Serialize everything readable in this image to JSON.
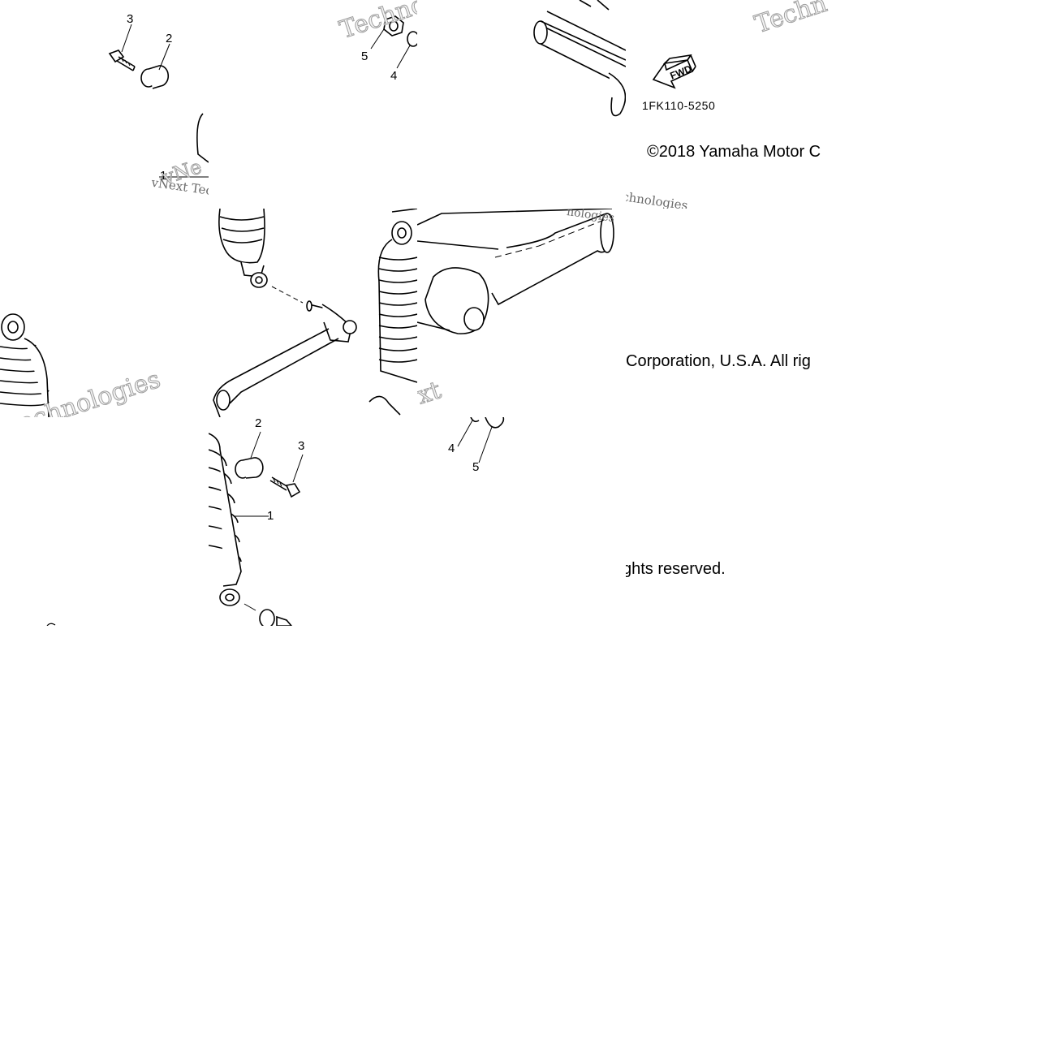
{
  "diagram": {
    "part_code": "1FK110-5250",
    "fwd_label": "FWD",
    "callouts": [
      "1",
      "2",
      "3",
      "4",
      "5"
    ],
    "copyright_fragments": [
      "©2018 Yamaha Motor C",
      "Corporation, U.S.A. All rig",
      "ghts reserved."
    ],
    "watermark": {
      "large": "Techno",
      "small": "vNext Technologies",
      "fragments": [
        "vNe",
        "xt",
        "echnologies",
        "nologies",
        "Techn"
      ]
    }
  }
}
